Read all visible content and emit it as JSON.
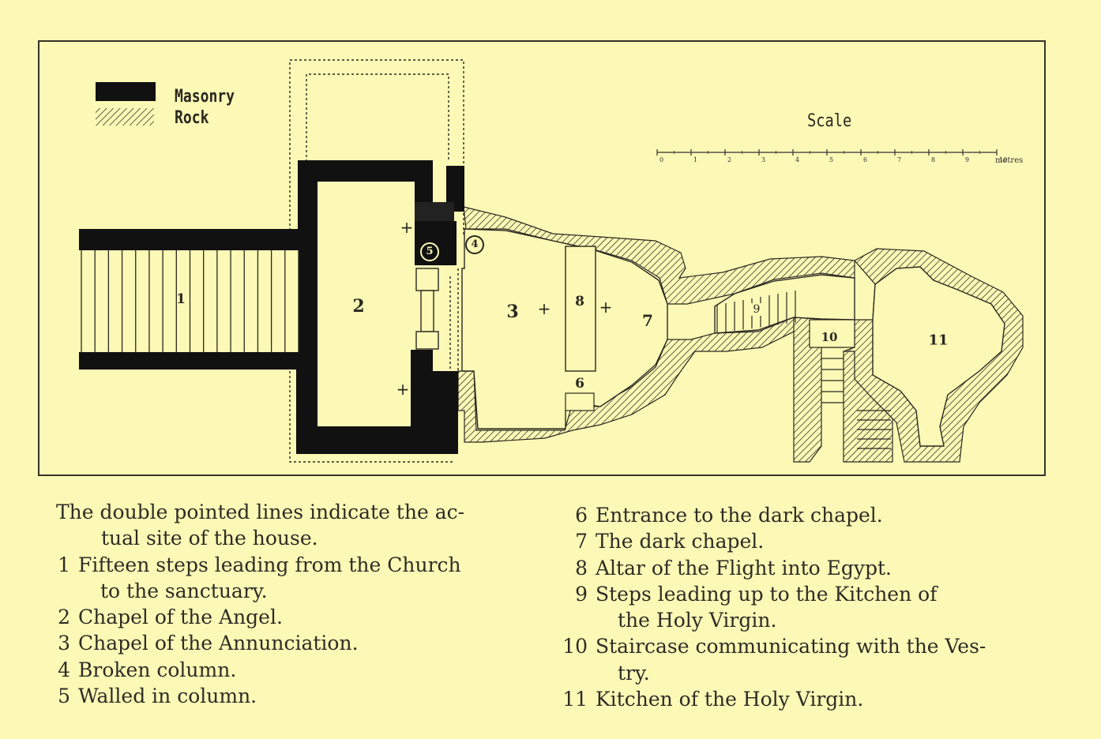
{
  "legend": [
    {
      "label": "Masonry",
      "pattern": "solid",
      "color": "#111111"
    },
    {
      "label": "Rock",
      "pattern": "hatch",
      "color": "#444444"
    }
  ],
  "scale": {
    "title": "Scale",
    "ticks": [
      "0",
      "1",
      "2",
      "3",
      "4",
      "5",
      "6",
      "7",
      "8",
      "9",
      "10"
    ],
    "unit": "metres"
  },
  "plan": {
    "room_numbers": [
      "1",
      "2",
      "3",
      "4",
      "5",
      "6",
      "7",
      "8",
      "9",
      "10",
      "11"
    ],
    "cross_symbol": "+"
  },
  "caption": {
    "intro": [
      "The double pointed lines indicate the ac-",
      "tual site of the house."
    ],
    "items": [
      {
        "num": "1",
        "lines": [
          "Fifteen steps leading from the Church",
          "to the sanctuary."
        ]
      },
      {
        "num": "2",
        "lines": [
          "Chapel of the Angel."
        ]
      },
      {
        "num": "3",
        "lines": [
          "Chapel of the Annunciation."
        ]
      },
      {
        "num": "4",
        "lines": [
          "Broken column."
        ]
      },
      {
        "num": "5",
        "lines": [
          "Walled in column."
        ]
      },
      {
        "num": "6",
        "lines": [
          "Entrance to the dark chapel."
        ]
      },
      {
        "num": "7",
        "lines": [
          "The dark chapel."
        ]
      },
      {
        "num": "8",
        "lines": [
          "Altar of the Flight into Egypt."
        ]
      },
      {
        "num": "9",
        "lines": [
          "Steps leading up to the Kitchen of",
          "the Holy Virgin."
        ]
      },
      {
        "num": "10",
        "lines": [
          "Staircase communicating with the Ves-",
          "try."
        ]
      },
      {
        "num": "11",
        "lines": [
          "Kitchen of the Holy Virgin."
        ]
      }
    ]
  }
}
